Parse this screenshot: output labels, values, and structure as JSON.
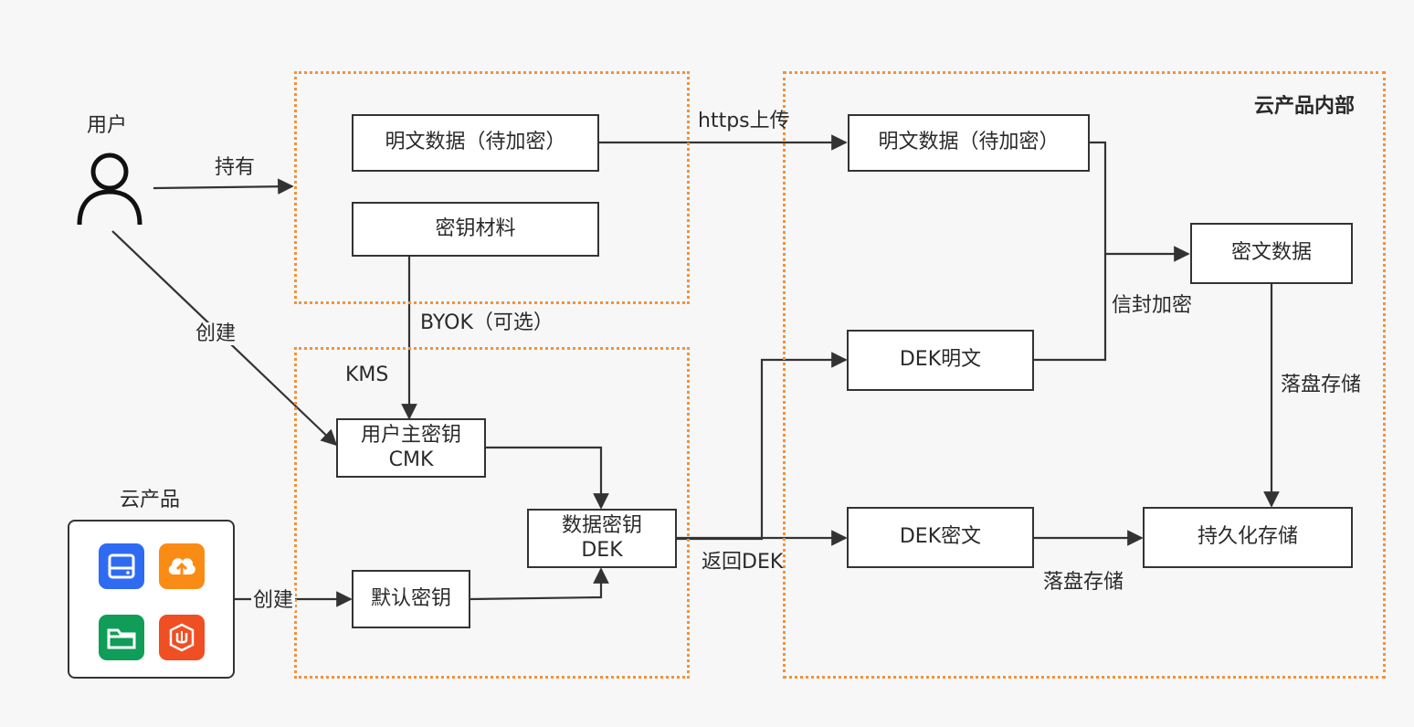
{
  "groups": {
    "cloud_inside_title": "云产品内部",
    "kms_label": "KMS"
  },
  "actors": {
    "user_label": "用户",
    "cloud_product_label": "云产品"
  },
  "boxes": {
    "plaintext_left": "明文数据（待加密）",
    "key_material": "密钥材料",
    "cmk_line1": "用户主密钥",
    "cmk_line2": "CMK",
    "default_key": "默认密钥",
    "dek_line1": "数据密钥",
    "dek_line2": "DEK",
    "plaintext_right": "明文数据（待加密）",
    "ciphertext": "密文数据",
    "dek_plain": "DEK明文",
    "dek_cipher": "DEK密文",
    "persist": "持久化存储"
  },
  "edges": {
    "hold": "持有",
    "https_upload": "https上传",
    "create_user": "创建",
    "byok": "BYOK（可选）",
    "create_product": "创建",
    "return_dek": "返回DEK",
    "envelope_encrypt": "信封加密",
    "store_right": "落盘存储",
    "store_bottom": "落盘存储"
  },
  "icons": {
    "user": "user-icon",
    "cloud_disk": "cloud-disk-icon",
    "cloud_upload": "cloud-upload-icon",
    "folder": "folder-icon",
    "shield": "shield-app-icon"
  },
  "colors": {
    "group_border": "#f0933a",
    "app_blue": "#2f6bf2",
    "app_orange": "#fa8c16",
    "app_green": "#0f9d58",
    "app_red": "#f04e23"
  }
}
